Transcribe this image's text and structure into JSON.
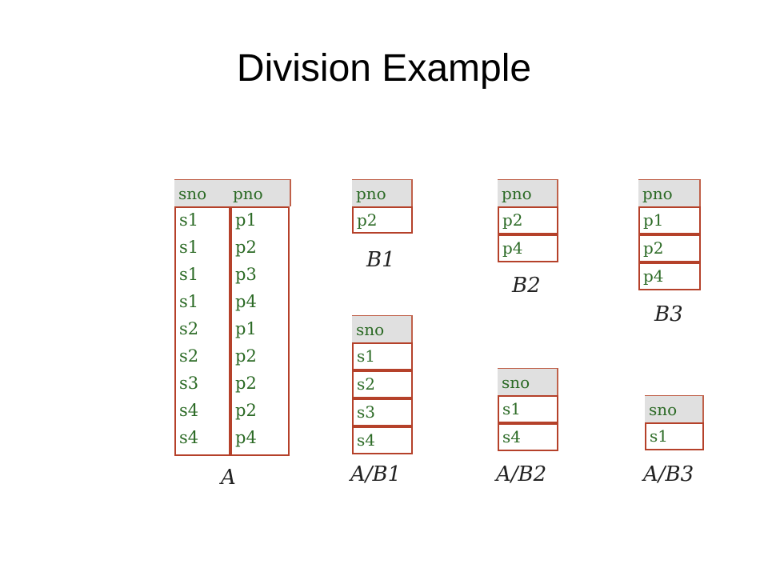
{
  "title": "Division Example",
  "colors": {
    "border": "#b5412a",
    "text": "#2b6a25",
    "header_bg": "#e0e0e0"
  },
  "tables": {
    "A": {
      "caption": "A",
      "headers": [
        "sno",
        "pno"
      ],
      "sno": [
        "s1",
        "s1",
        "s1",
        "s1",
        "s2",
        "s2",
        "s3",
        "s4",
        "s4"
      ],
      "pno": [
        "p1",
        "p2",
        "p3",
        "p4",
        "p1",
        "p2",
        "p2",
        "p2",
        "p4"
      ]
    },
    "B1": {
      "caption": "B1",
      "header": "pno",
      "rows": [
        "p2"
      ]
    },
    "B2": {
      "caption": "B2",
      "header": "pno",
      "rows": [
        "p2",
        "p4"
      ]
    },
    "B3": {
      "caption": "B3",
      "header": "pno",
      "rows": [
        "p1",
        "p2",
        "p4"
      ]
    },
    "AB1": {
      "caption": "A/B1",
      "header": "sno",
      "rows": [
        "s1",
        "s2",
        "s3",
        "s4"
      ]
    },
    "AB2": {
      "caption": "A/B2",
      "header": "sno",
      "rows": [
        "s1",
        "s4"
      ]
    },
    "AB3": {
      "caption": "A/B3",
      "header": "sno",
      "rows": [
        "s1"
      ]
    }
  }
}
